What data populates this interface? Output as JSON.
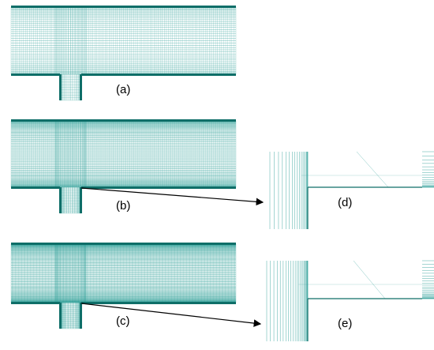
{
  "labels": {
    "a": "(a)",
    "b": "(b)",
    "c": "(c)",
    "d": "(d)",
    "e": "(e)"
  },
  "colors": {
    "mesh_line": "#2a9d96",
    "mesh_dark": "#0e6e68",
    "arrow": "#000000",
    "background": "#ffffff"
  }
}
